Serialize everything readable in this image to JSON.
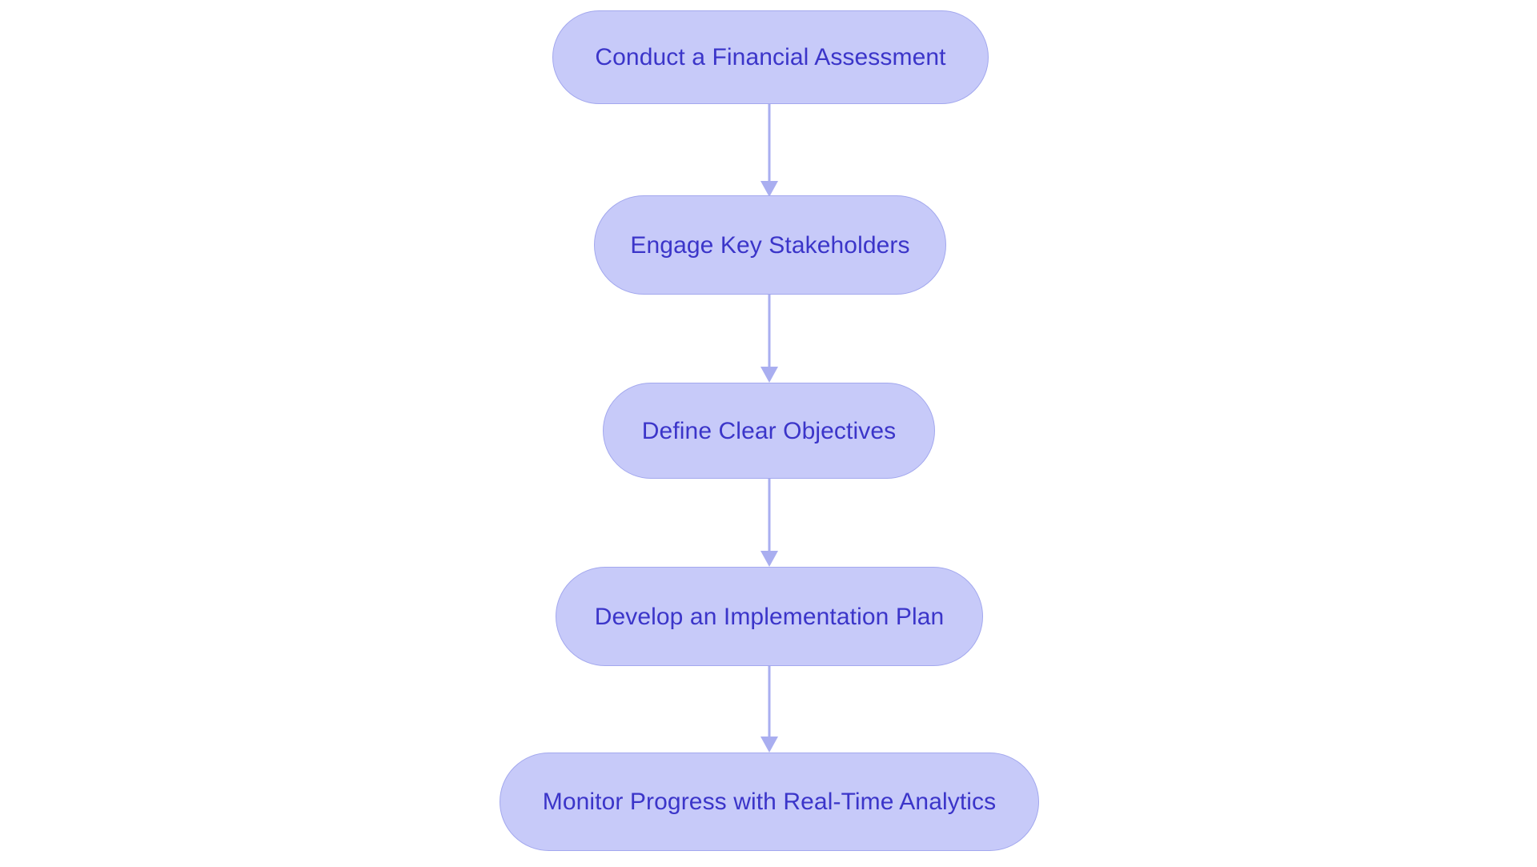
{
  "diagram": {
    "type": "flowchart",
    "orientation": "top-to-bottom",
    "background_color": "#ffffff",
    "node_fill_color": "#c7caf9",
    "node_border_color": "#a3a8ee",
    "node_text_color": "#3b35c9",
    "edge_color": "#a9aef0",
    "nodes": [
      {
        "id": "n1",
        "label": "Conduct a Financial Assessment"
      },
      {
        "id": "n2",
        "label": "Engage Key Stakeholders"
      },
      {
        "id": "n3",
        "label": "Define Clear Objectives"
      },
      {
        "id": "n4",
        "label": "Develop an Implementation Plan"
      },
      {
        "id": "n5",
        "label": "Monitor Progress with Real-Time Analytics"
      }
    ],
    "edges": [
      {
        "from": "n1",
        "to": "n2"
      },
      {
        "from": "n2",
        "to": "n3"
      },
      {
        "from": "n3",
        "to": "n4"
      },
      {
        "from": "n4",
        "to": "n5"
      }
    ]
  }
}
